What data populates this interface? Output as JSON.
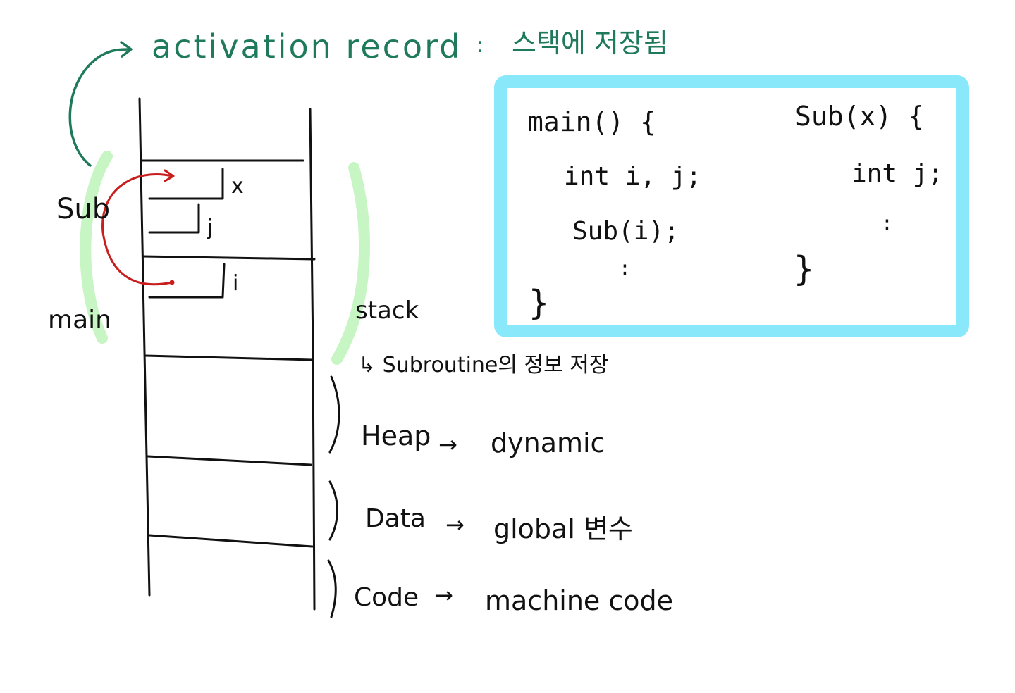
{
  "title": {
    "label": "activation record",
    "separator": ":",
    "note": "스택에 저장됨"
  },
  "stack_labels": {
    "sub": "Sub",
    "main": "main",
    "var_x": "x",
    "var_j": "j",
    "var_i": "i"
  },
  "segments": {
    "stack": {
      "name": "stack",
      "desc": "↳ Subroutine의 정보 저장"
    },
    "heap": {
      "name": "Heap",
      "arrow": "→",
      "desc": "dynamic"
    },
    "data": {
      "name": "Data",
      "arrow": "→",
      "desc": "global 변수"
    },
    "code": {
      "name": "Code",
      "arrow": "→",
      "desc": "machine code"
    }
  },
  "code_box": {
    "main_lines": [
      "main() {",
      "int i, j;",
      "Sub(i);",
      ":",
      "}"
    ],
    "sub_lines": [
      "Sub(x) {",
      "int j;",
      ":",
      "}"
    ]
  },
  "colors": {
    "ink": "#111111",
    "title_green": "#1e7a5a",
    "bracket_green": "#c8f5c4",
    "arrow_red": "#c81e1e",
    "box_cyan": "#8ae8fb"
  }
}
